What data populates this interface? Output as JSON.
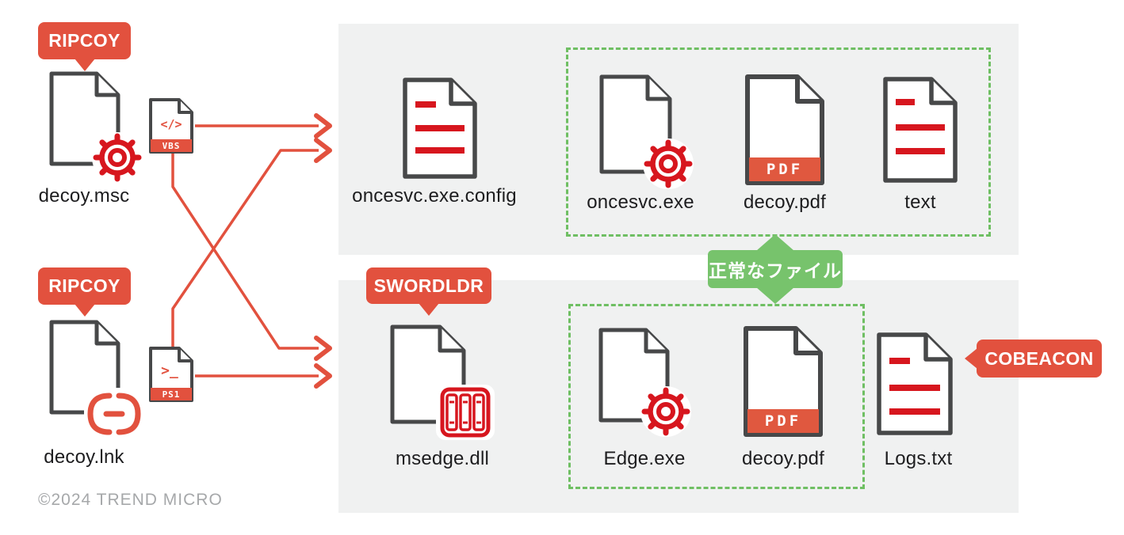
{
  "bubbles": {
    "ripcoy_top": "RIPCOY",
    "ripcoy_bottom": "RIPCOY",
    "swordldr": "SWORDLDR",
    "cobeacon": "COBEACON",
    "normal_files": "正常なファイル"
  },
  "file_labels": {
    "decoy_msc": "decoy.msc",
    "decoy_lnk": "decoy.lnk",
    "oncesvc_config": "oncesvc.exe.config",
    "oncesvc_exe": "oncesvc.exe",
    "decoy_pdf_top": "decoy.pdf",
    "text_file": "text",
    "msedge_dll": "msedge.dll",
    "edge_exe": "Edge.exe",
    "decoy_pdf_bottom": "decoy.pdf",
    "logs_txt": "Logs.txt"
  },
  "file_type_badges": {
    "vbs": "VBS",
    "ps1": "PS1",
    "pdf_top": "PDF",
    "pdf_bottom": "PDF"
  },
  "script_glyphs": {
    "vbs": "</>",
    "ps1": ">_"
  },
  "footer": {
    "copyright": "©2024 TREND MICRO"
  },
  "colors": {
    "accent_orange": "#e2513e",
    "accent_red": "#d7161e",
    "bubble_green": "#77c36c",
    "dash_green": "#6fbf63",
    "panel_gray": "#f0f1f1",
    "icon_outline": "#474849"
  }
}
